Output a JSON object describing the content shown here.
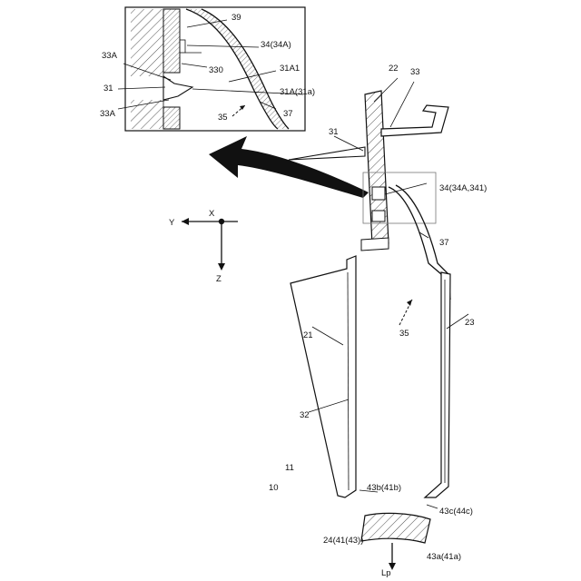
{
  "labels": {
    "l10": "10",
    "l11": "11",
    "l21": "21",
    "l22": "22",
    "l23": "23",
    "l24": "24(41(43))",
    "l31": "31",
    "l31b": "31",
    "l32": "32",
    "l33": "33",
    "l33a_top": "33A",
    "l33a_bot": "33A",
    "l330": "330",
    "l31a1": "31A1",
    "l31a31a": "31A(31a)",
    "l34_34a": "34(34A)",
    "l34_341": "34(34A,341)",
    "l35": "35",
    "l35b": "35",
    "l37": "37",
    "l37b": "37",
    "l39": "39",
    "l43a": "43a(41a)",
    "l43b": "43b(41b)",
    "l43c": "43c(44c)",
    "lp": "Lp",
    "ax_x": "X",
    "ax_y": "Y",
    "ax_z": "Z"
  }
}
